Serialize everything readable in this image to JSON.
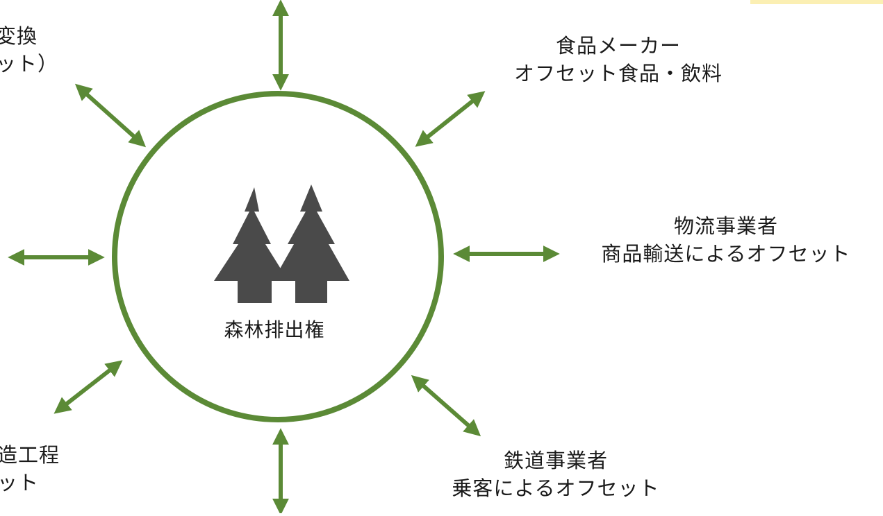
{
  "colors": {
    "accent": "#5b8a36",
    "tree": "#4a4a4a",
    "highlight": "#fbefb3"
  },
  "icons": {
    "center": "forest-trees-icon"
  },
  "center": {
    "label": "森林排出権"
  },
  "labels": {
    "food": {
      "line1": "食品メーカー",
      "line2": "オフセット食品・飲料"
    },
    "logistics": {
      "line1": "物流事業者",
      "line2": "商品輸送によるオフセット"
    },
    "rail": {
      "line1": "鉄道事業者",
      "line2": "乗客によるオフセット"
    },
    "top_left": {
      "line1": "変換",
      "line2": "ット）"
    },
    "bottom_left": {
      "line1": "造工程",
      "line2": "ット"
    }
  }
}
